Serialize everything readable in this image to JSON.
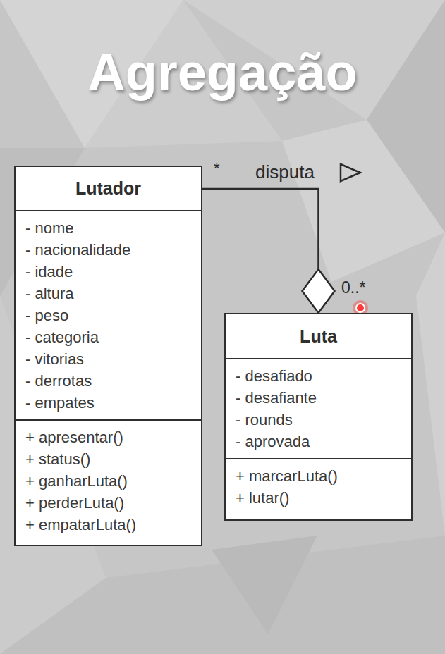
{
  "diagram": {
    "title": "Agregação",
    "nodes": [
      {
        "text": [
          "Lutador",
          "- nome",
          "- nacionalidade",
          "- idade",
          "- altura",
          "- peso",
          "- categoria",
          "- vitorias",
          "- derrotas",
          "- empates",
          "+ apresentar()",
          "+ status()",
          "+ ganharLuta()",
          "+ perderLuta()",
          "+ empatarLuta()"
        ]
      },
      {
        "text": [
          "Luta",
          "- desafiado",
          "- desafiante",
          "- rounds",
          "- aprovada",
          "+ marcarLuta()",
          "+ lutar()"
        ]
      }
    ],
    "edges": [
      {
        "from": 0,
        "to": 1,
        "arrow": "to",
        "label": "disputa"
      }
    ],
    "labels": [
      "*",
      "0..*"
    ]
  }
}
